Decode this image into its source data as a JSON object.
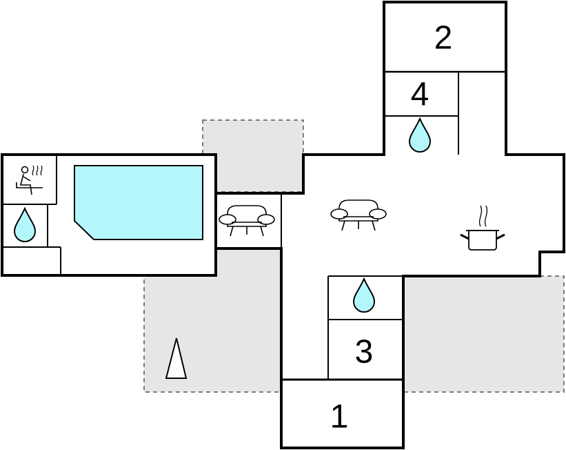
{
  "colors": {
    "wall": "#000000",
    "floor": "#ffffff",
    "terrace": "#e6e6e6",
    "pool_water": "#b3f7fb",
    "water_drop": "#b3f7fb",
    "terrace_border": "#555555"
  },
  "rooms": [
    {
      "id": "bedroom-1",
      "label": "1"
    },
    {
      "id": "bedroom-2",
      "label": "2"
    },
    {
      "id": "bedroom-3",
      "label": "3"
    },
    {
      "id": "bedroom-4",
      "label": "4"
    }
  ],
  "icons": [
    "sauna-icon",
    "bathroom-water-drop-icon",
    "pool-icon",
    "sofa-icon",
    "kitchen-pot-icon",
    "compass-north-icon"
  ]
}
